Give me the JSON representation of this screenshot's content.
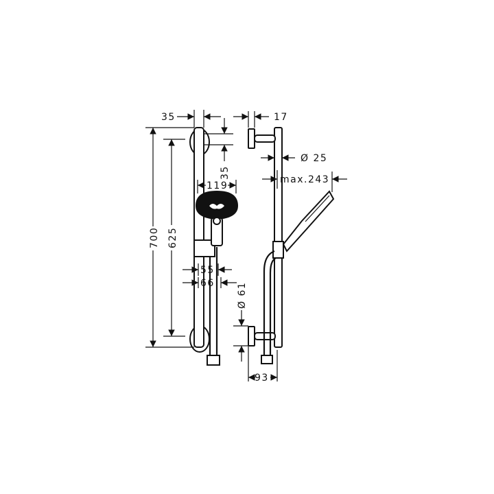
{
  "diagram": {
    "type": "technical-dimension-drawing",
    "subject": "shower rail set with hand shower (front and side views)",
    "front_view": {
      "dimensions": {
        "wall_offset_top": "35",
        "bracket_spacing": "35",
        "head_diameter": "119",
        "total_height": "700",
        "bracket_span": "625",
        "slider_width_inner": "55",
        "slider_width_outer": "66",
        "hose_diameter": "Ø 61"
      }
    },
    "side_view": {
      "dimensions": {
        "bracket_depth": "17",
        "rail_diameter": "Ø 25",
        "max_projection": "max.243",
        "wall_to_rail": "93"
      }
    },
    "colors": {
      "ink": "#111111",
      "background": "#ffffff"
    }
  }
}
